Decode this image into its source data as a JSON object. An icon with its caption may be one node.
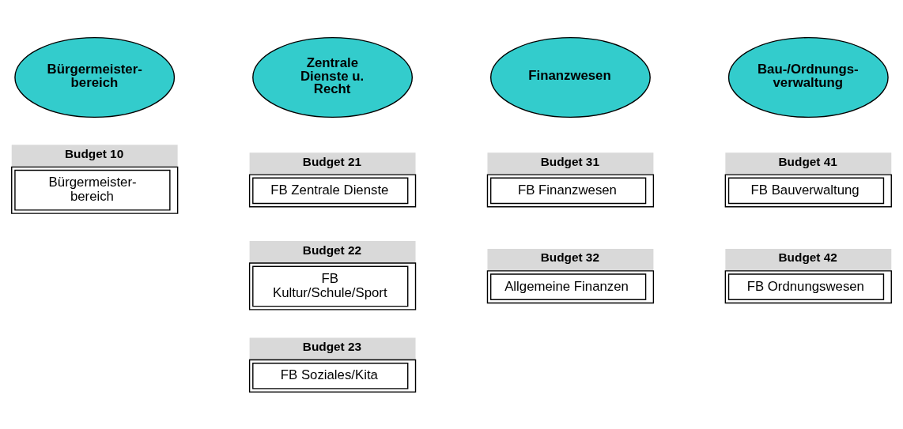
{
  "diagram": {
    "nodes": [
      {
        "text": [
          "Bürgermeister- bereich"
        ]
      },
      {
        "text": [
          "Zentrale Dienste u. Recht"
        ]
      },
      {
        "text": [
          "Finanzwesen"
        ]
      },
      {
        "text": [
          "Bau-/Ordnungs- verwaltung"
        ]
      },
      {
        "text": [
          "Budget 10",
          "Bürgermeister- bereich"
        ]
      },
      {
        "text": [
          "Budget 21",
          "FB Zentrale Dienste"
        ]
      },
      {
        "text": [
          "Budget 22",
          "FB Kultur/Schule/Sport"
        ]
      },
      {
        "text": [
          "Budget 23",
          "FB Soziales/Kita"
        ]
      },
      {
        "text": [
          "Budget 31",
          "FB Finanzwesen"
        ]
      },
      {
        "text": [
          "Budget 32",
          "Allgemeine Finanzen"
        ]
      },
      {
        "text": [
          "Budget 41",
          "FB Bauverwaltung"
        ]
      },
      {
        "text": [
          "Budget 42",
          "FB Ordnungswesen"
        ]
      }
    ],
    "edges": []
  }
}
